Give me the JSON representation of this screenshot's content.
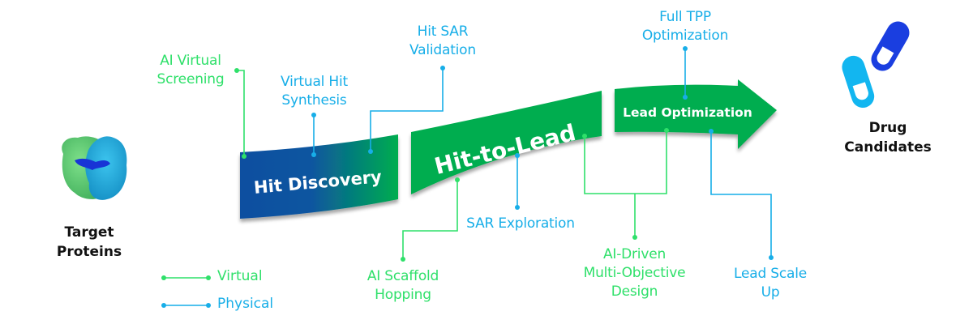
{
  "title": "AI-driven drug discovery workflow",
  "colors": {
    "virtual": "#2fe06a",
    "physical": "#17aee8",
    "stage_green": "#00ad4f",
    "stage_blue": "#0a4fa0",
    "text_dark": "#111111"
  },
  "endpoints": {
    "start": {
      "label": "Target\nProteins",
      "icon": "protein-structure-icon"
    },
    "end": {
      "label": "Drug\nCandidates",
      "icon": "capsule-pills-icon"
    }
  },
  "stages": [
    {
      "label": "Hit Discovery"
    },
    {
      "label": "Hit-to-Lead"
    },
    {
      "label": "Lead Optimization"
    }
  ],
  "steps": [
    {
      "label": "AI Virtual\nScreening",
      "type": "virtual",
      "stage": "Hit Discovery"
    },
    {
      "label": "Virtual Hit\nSynthesis",
      "type": "physical",
      "stage": "Hit Discovery"
    },
    {
      "label": "Hit SAR\nValidation",
      "type": "physical",
      "stage": "Hit Discovery"
    },
    {
      "label": "AI Scaffold\nHopping",
      "type": "virtual",
      "stage": "Hit-to-Lead"
    },
    {
      "label": "SAR Exploration",
      "type": "physical",
      "stage": "Hit-to-Lead"
    },
    {
      "label": "AI-Driven\nMulti-Objective\nDesign",
      "type": "virtual",
      "stage": "Hit-to-Lead / Lead Optimization"
    },
    {
      "label": "Full TPP\nOptimization",
      "type": "physical",
      "stage": "Lead Optimization"
    },
    {
      "label": "Lead Scale\nUp",
      "type": "physical",
      "stage": "Lead Optimization"
    }
  ],
  "legend": [
    {
      "label": "Virtual",
      "type": "virtual"
    },
    {
      "label": "Physical",
      "type": "physical"
    }
  ]
}
